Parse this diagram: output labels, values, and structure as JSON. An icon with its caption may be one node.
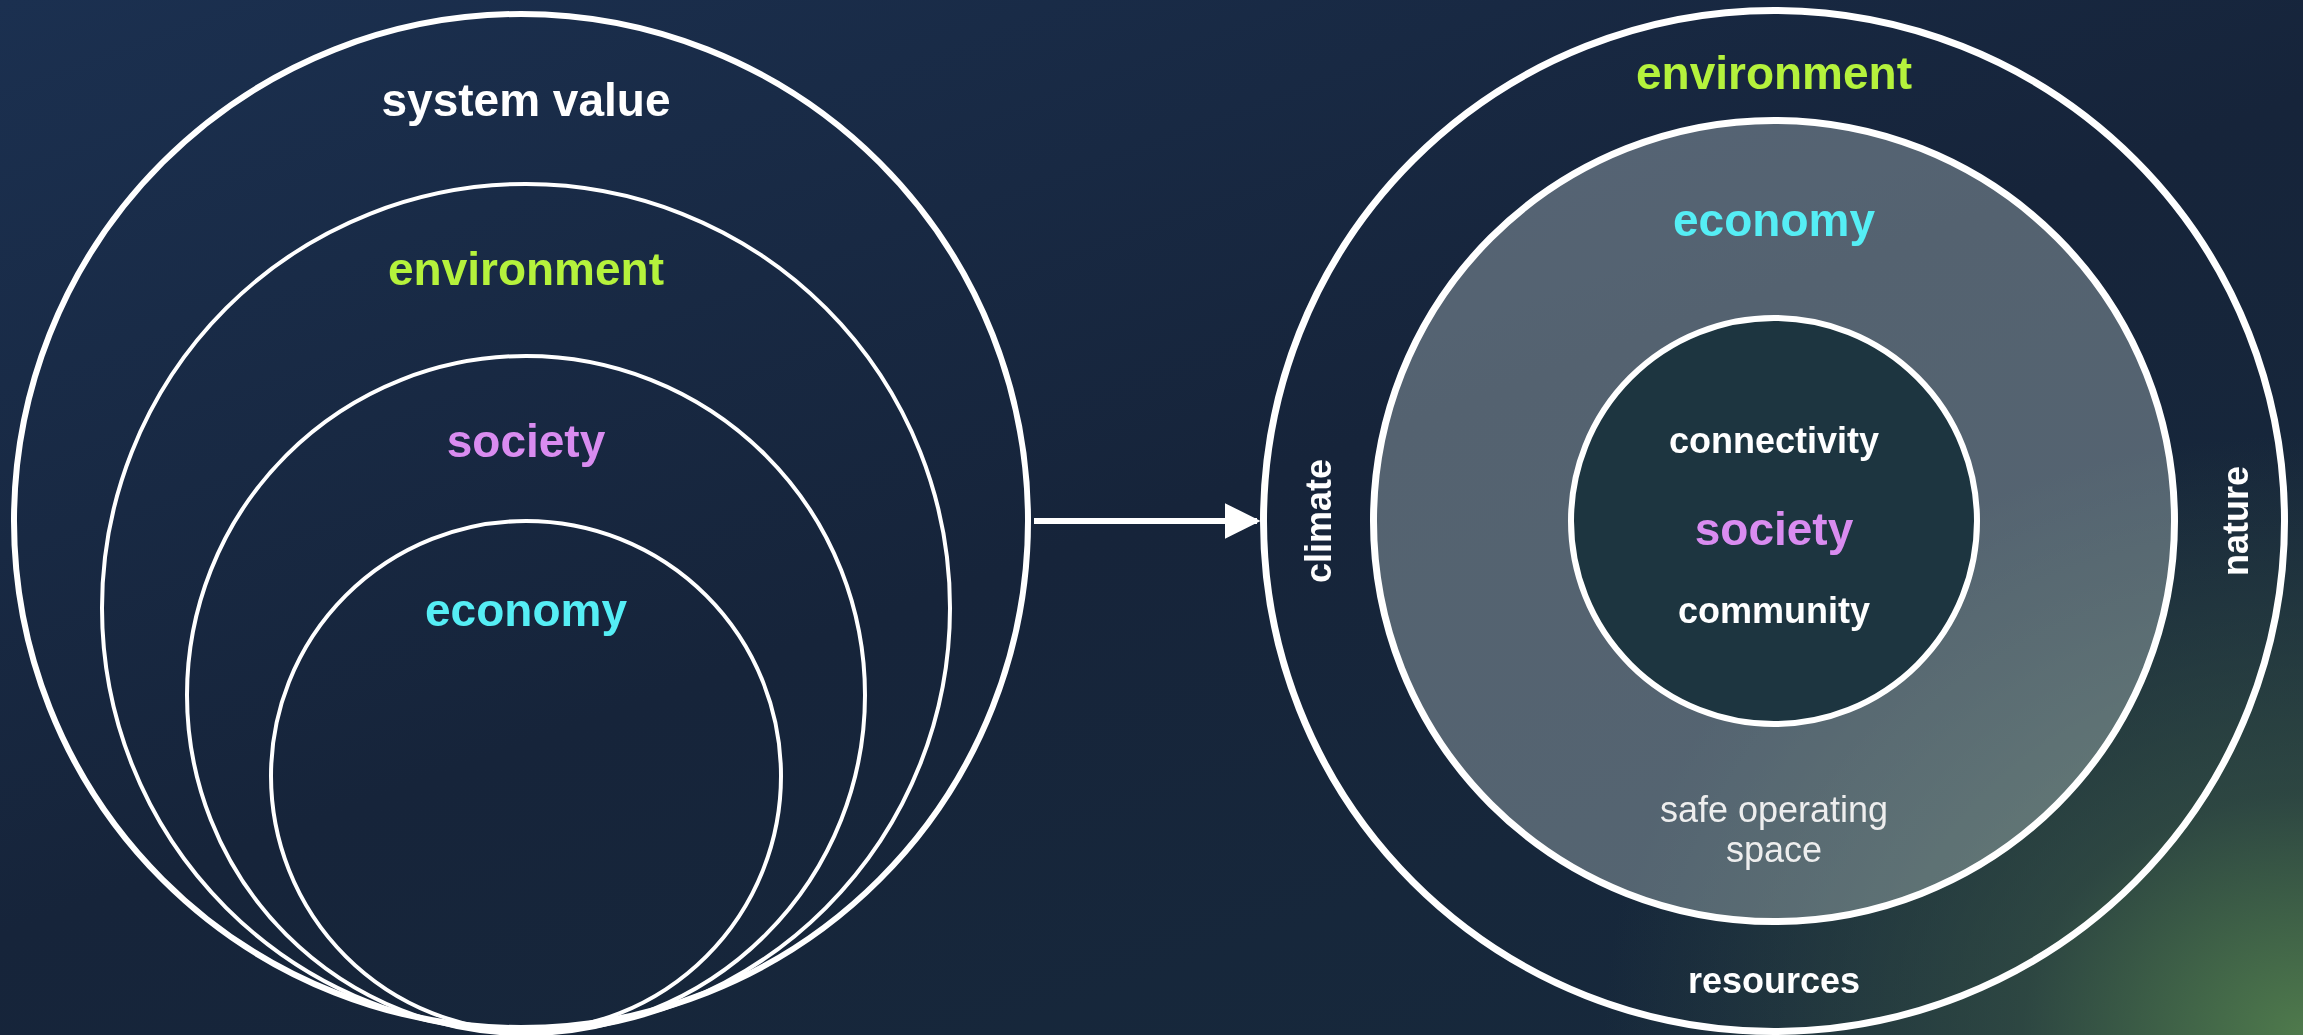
{
  "diagram": {
    "nodes": [
      {
        "text": [
          "system value"
        ]
      },
      {
        "text": [
          "environment"
        ],
        "in": 0
      },
      {
        "text": [
          "society"
        ],
        "in": 1
      },
      {
        "text": [
          "economy"
        ],
        "in": 2
      },
      {
        "text": [
          "environment",
          "climate",
          "nature",
          "resources"
        ]
      },
      {
        "text": [
          "economy",
          "safe operating space"
        ],
        "in": 4
      },
      {
        "text": [
          "connectivity",
          "society",
          "community"
        ],
        "in": 5
      }
    ],
    "edges": [
      {
        "from": 0,
        "to": 4,
        "arrow": "to"
      }
    ]
  }
}
